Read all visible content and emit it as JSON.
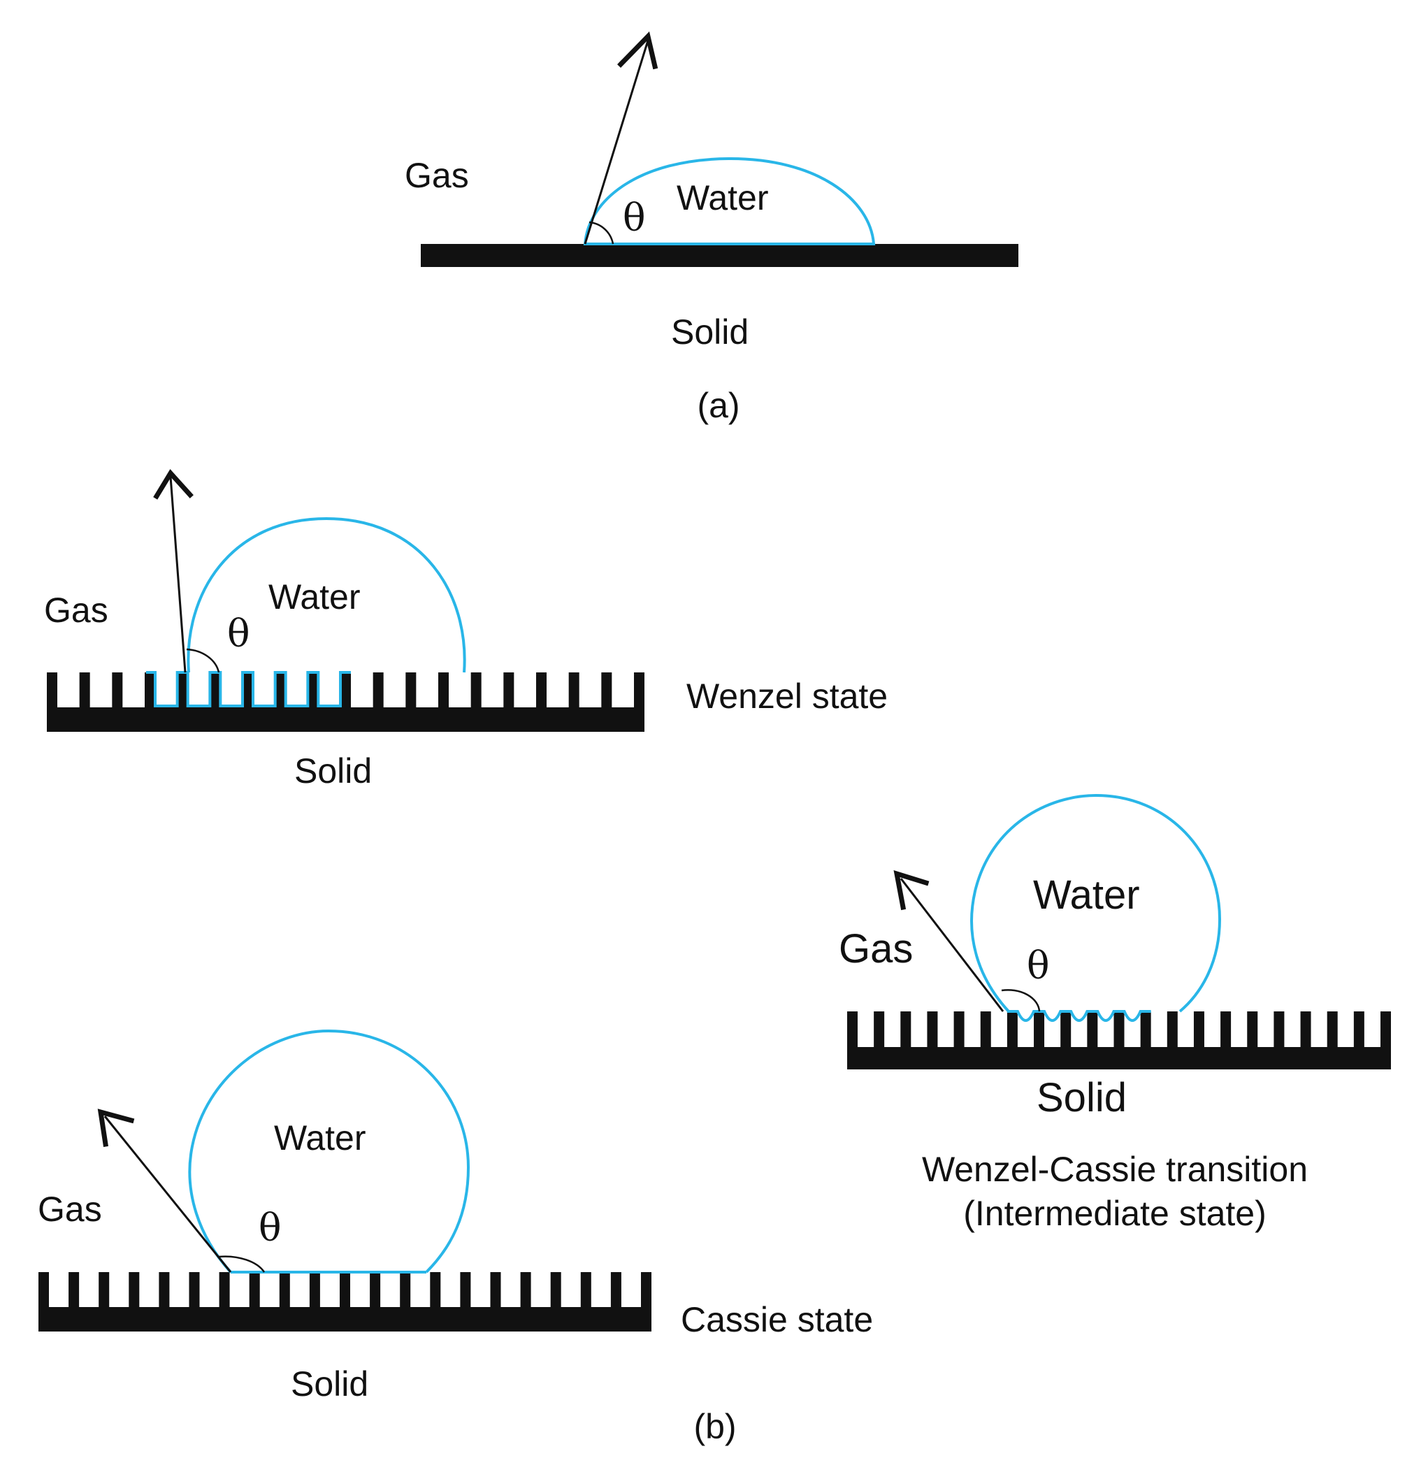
{
  "colors": {
    "water": "#29b6e8",
    "solid": "#111111",
    "background": "#ffffff"
  },
  "symbols": {
    "theta": "θ"
  },
  "panel_a": {
    "gas": "Gas",
    "water": "Water",
    "solid": "Solid",
    "caption": "(a)"
  },
  "wenzel": {
    "gas": "Gas",
    "water": "Water",
    "solid": "Solid",
    "state": "Wenzel state"
  },
  "transition": {
    "gas": "Gas",
    "water": "Water",
    "solid": "Solid",
    "state_line1": "Wenzel-Cassie transition",
    "state_line2": "(Intermediate state)"
  },
  "cassie": {
    "gas": "Gas",
    "water": "Water",
    "solid": "Solid",
    "state": "Cassie state"
  },
  "panel_b": {
    "caption": "(b)"
  }
}
